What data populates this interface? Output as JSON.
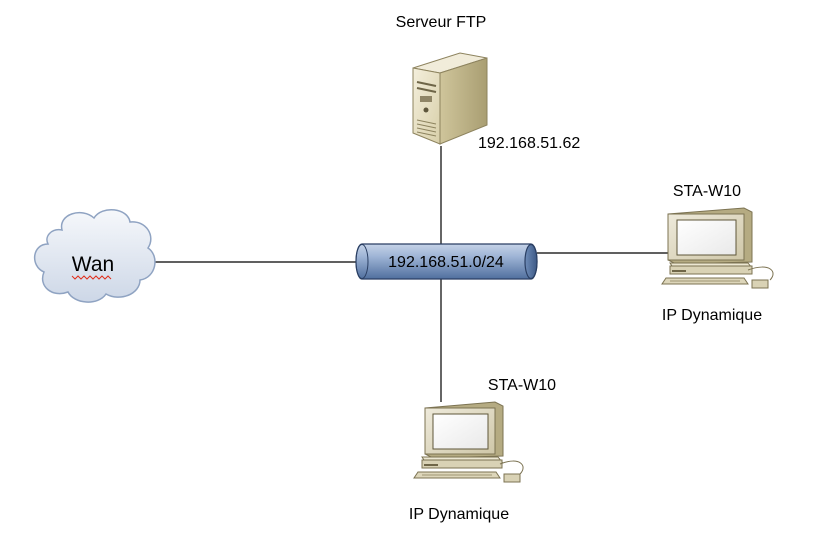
{
  "server": {
    "title": "Serveur FTP",
    "ip": "192.168.51.62",
    "icon": "server-tower-icon"
  },
  "network": {
    "label": "192.168.51.0/24",
    "icon": "network-bus-icon"
  },
  "wan": {
    "label": "Wan",
    "icon": "cloud-icon"
  },
  "workstation_right": {
    "name": "STA-W10",
    "ip": "IP Dynamique",
    "icon": "workstation-icon"
  },
  "workstation_bottom": {
    "name": "STA-W10",
    "ip": "IP Dynamique",
    "icon": "workstation-icon"
  },
  "colors": {
    "link_line": "#000000",
    "bus_fill": "#7f9dc6",
    "bus_outline": "#2a3f63",
    "cloud_fill": "#e4eaf3",
    "cloud_outline": "#8fa3c2",
    "server_fill": "#e8e1c6",
    "computer_fill": "#e6e1c6",
    "spellcheck_underline": "#e0301e"
  }
}
